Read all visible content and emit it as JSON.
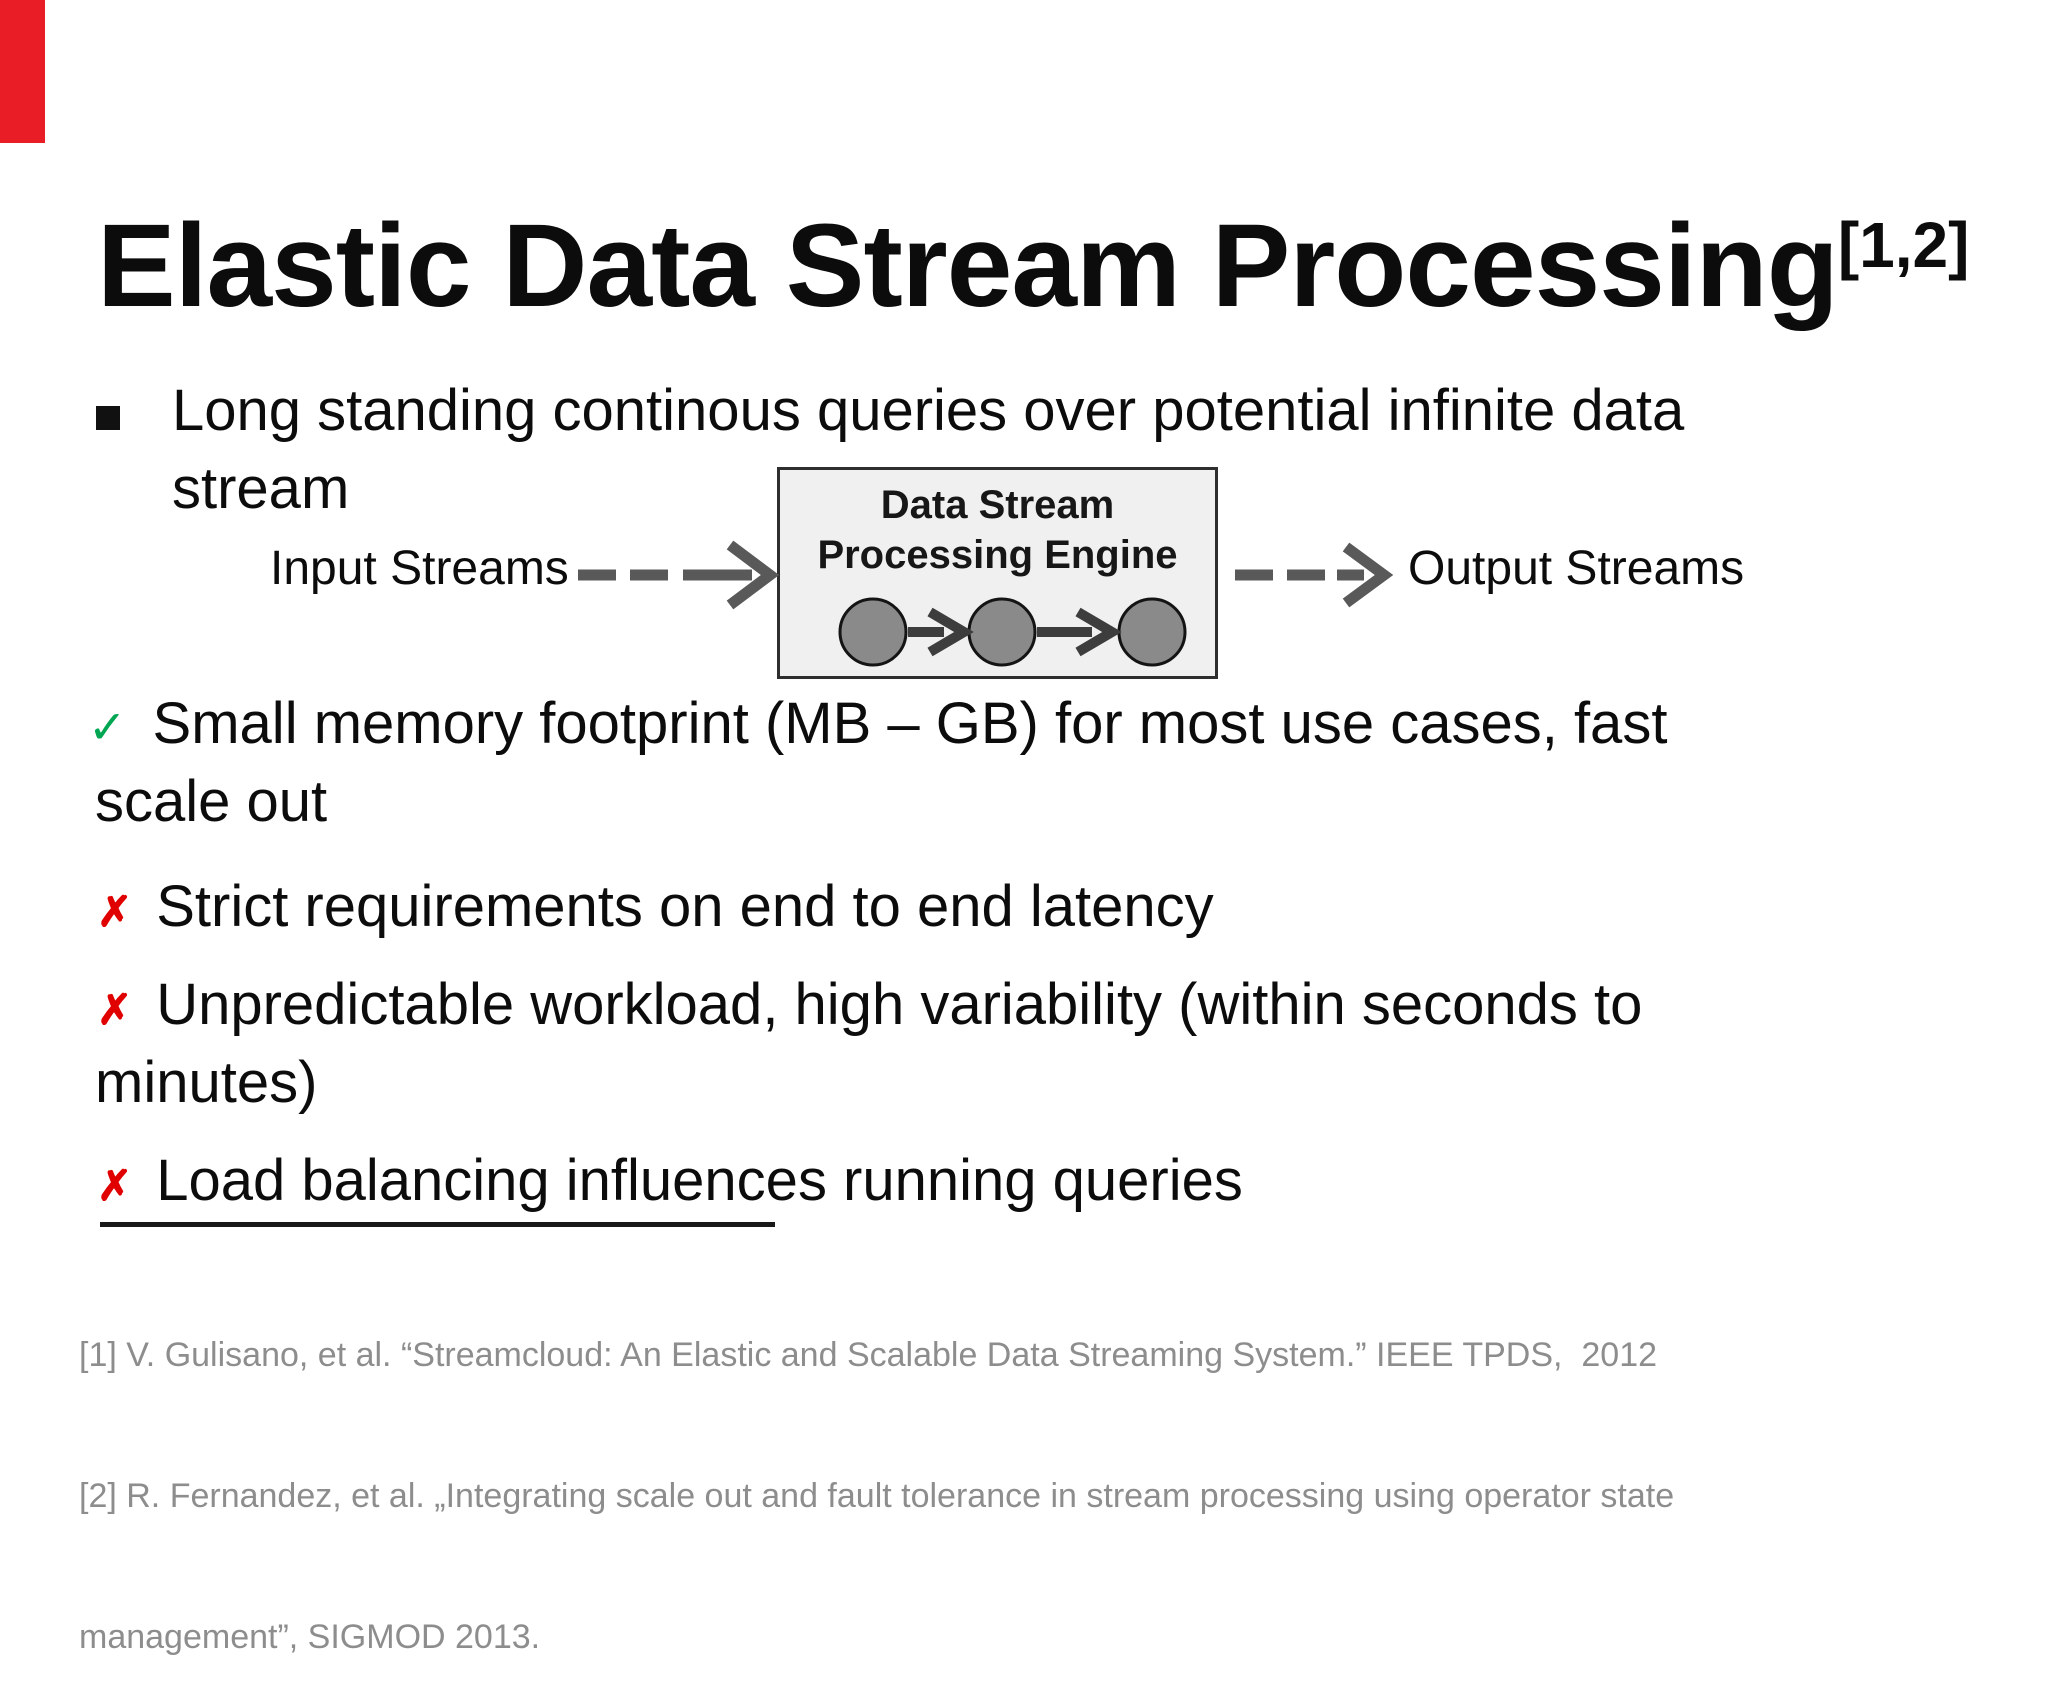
{
  "colors": {
    "text_black": "#0c0c0c",
    "red_bar": "#e91d25",
    "check_green": "#00a651",
    "cross_red": "#e00000",
    "ref_gray": "#8d8d8d",
    "arrow_gray": "#595959",
    "circle_fill": "#8a8a8a",
    "circle_stroke": "#141414",
    "op_arrow": "#3d3d3d",
    "box_bg": "#f0f0f0",
    "box_border": "#2e2e2e",
    "underline": "#191919"
  },
  "icons": {
    "check": "✓",
    "cross": "✗"
  },
  "slide": {
    "title": "Elastic Data Stream Processing",
    "title_sup": "[1,2]",
    "bullet": {
      "line1": "Long standing continous queries over potential infinite data",
      "line2": "stream"
    },
    "diagram": {
      "input_label": "Input Streams",
      "output_label": "Output Streams",
      "engine_line1": "Data Stream",
      "engine_line2": "Processing Engine"
    },
    "points": {
      "check_line1": "Small memory footprint (MB – GB) for most use cases, fast",
      "check_line2": "scale out",
      "cross1": "Strict requirements on end to end latency",
      "cross2_line1": "Unpredictable workload, high variability (within seconds to",
      "cross2_line2": "minutes)",
      "cross3": "Load balancing influences running queries"
    },
    "references": {
      "line1": "[1] V. Gulisano, et al. “Streamcloud: An Elastic and Scalable Data Streaming System.” IEEE TPDS,  2012",
      "line2": "[2] R. Fernandez, et al. „Integrating scale out and fault tolerance in stream processing using operator state",
      "line3": "management”, SIGMOD 2013."
    }
  }
}
